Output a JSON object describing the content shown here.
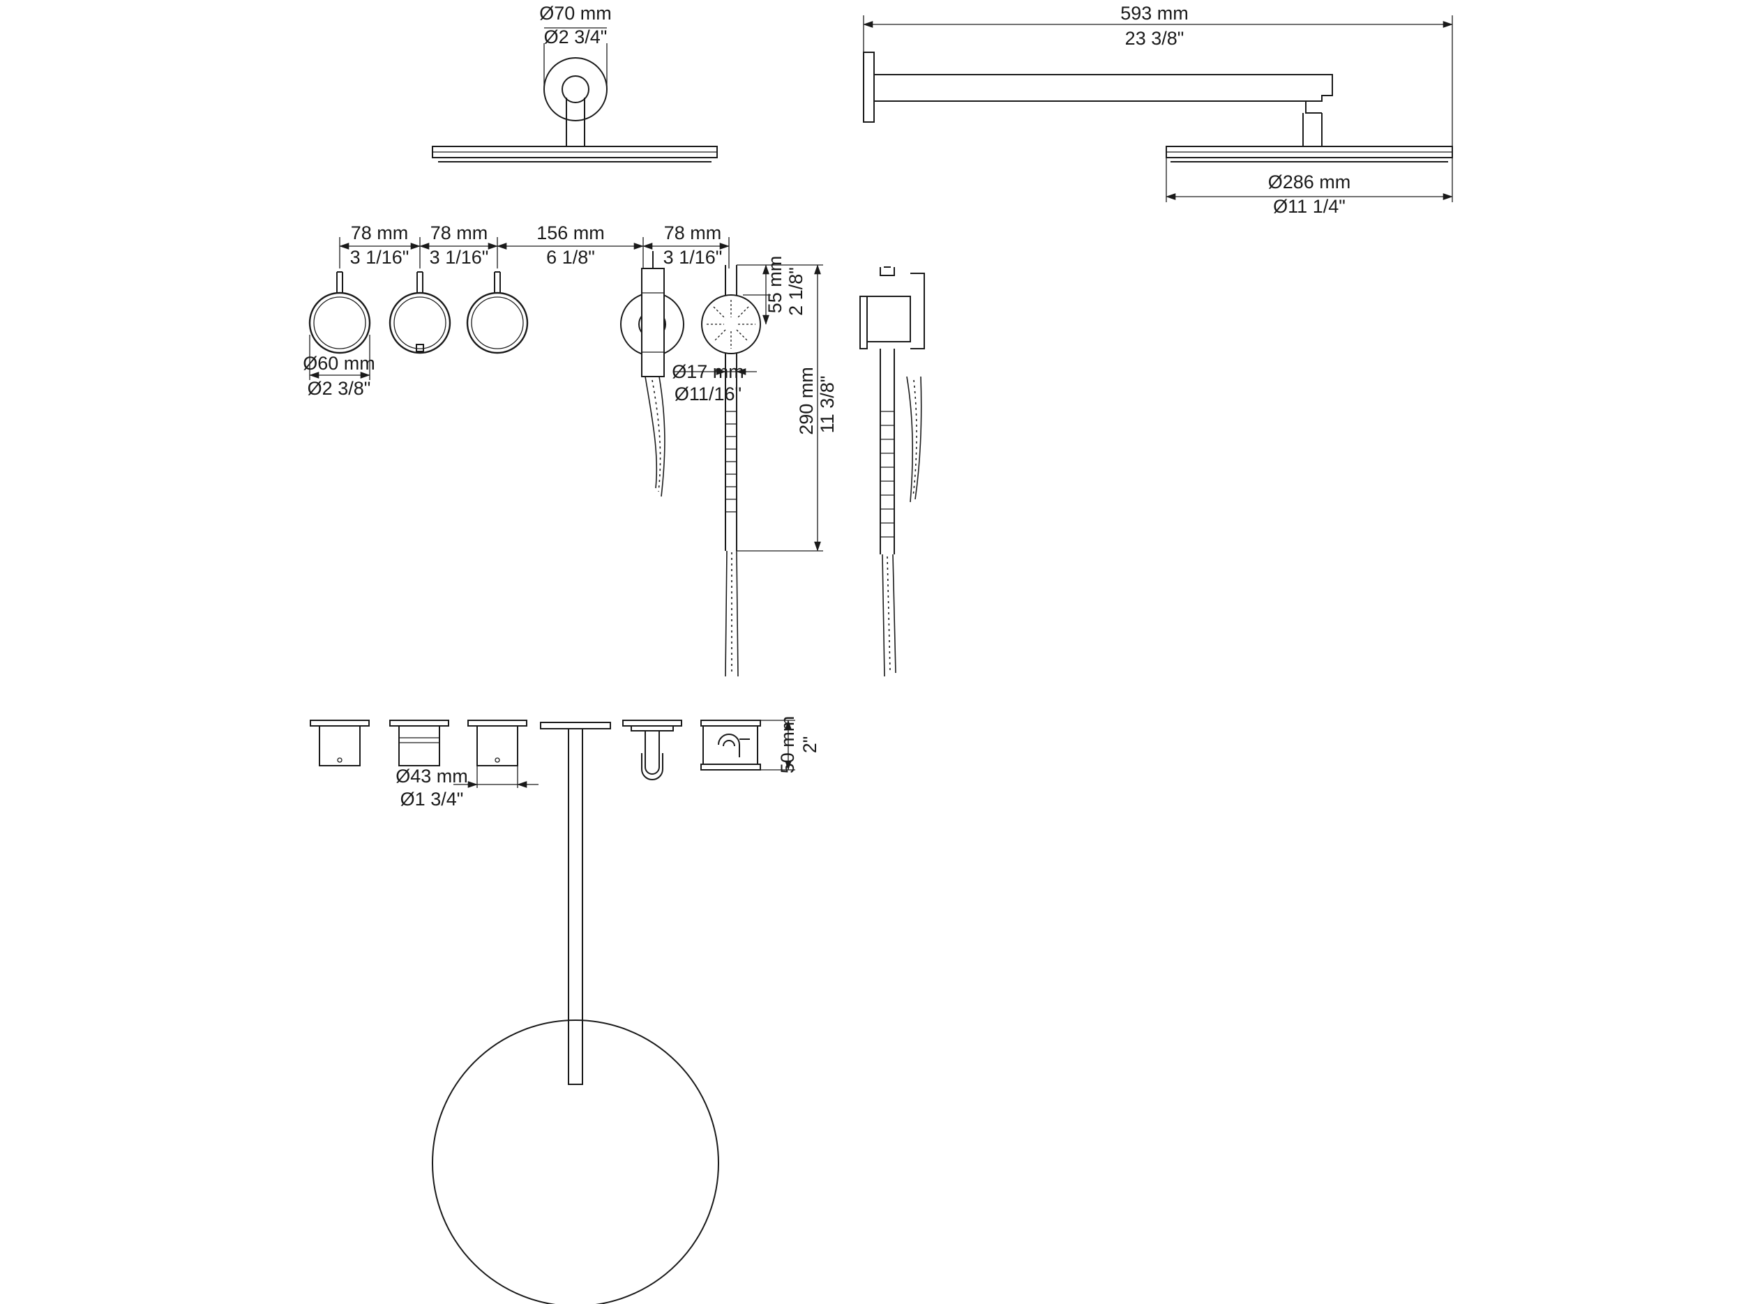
{
  "figure": {
    "dimensions": {
      "shower_arm_length_mm": "593 mm",
      "shower_arm_length_in": "23 3/8\"",
      "wall_flange_diameter_mm": "Ø70 mm",
      "wall_flange_diameter_in": "Ø2 3/4\"",
      "rain_head_diameter_mm": "Ø286 mm",
      "rain_head_diameter_in": "Ø11 1/4\"",
      "spacing_1_mm": "78 mm",
      "spacing_1_in": "3 1/16\"",
      "spacing_2_mm": "78 mm",
      "spacing_2_in": "3 1/16\"",
      "spacing_3_mm": "156 mm",
      "spacing_3_in": "6 1/8\"",
      "spacing_4_mm": "78 mm",
      "spacing_4_in": "3 1/16\"",
      "hand_shower_head_mm": "55 mm",
      "hand_shower_head_in": "2 1/8\"",
      "handle_plate_diameter_mm": "Ø60 mm",
      "handle_plate_diameter_in": "Ø2 3/8\"",
      "hand_shower_handle_mm": "Ø17 mm",
      "hand_shower_handle_in": "Ø11/16\"",
      "hand_shower_length_mm": "290 mm",
      "hand_shower_length_in": "11 3/8\"",
      "valve_body_diameter_mm": "Ø43 mm",
      "valve_body_diameter_in": "Ø1 3/4\"",
      "holder_height_mm": "50 mm",
      "holder_height_in": "2\""
    },
    "colors": {
      "line": "#1a1a1a",
      "background": "#ffffff"
    }
  }
}
